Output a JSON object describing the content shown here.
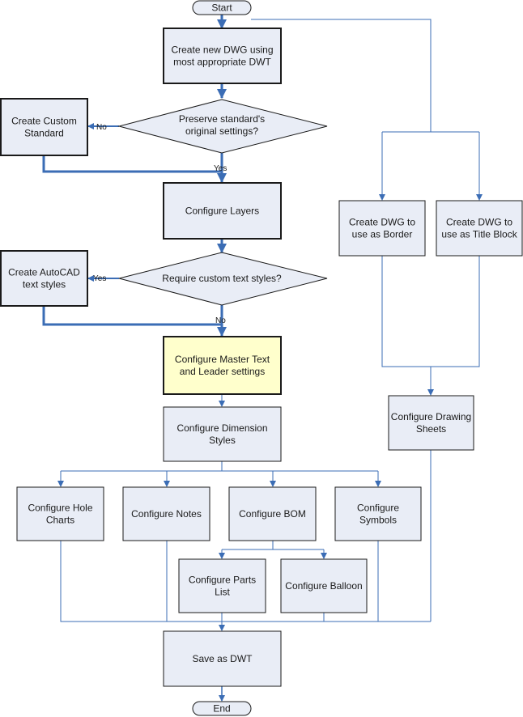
{
  "terminals": {
    "start": "Start",
    "end": "End"
  },
  "boxes": {
    "create_dwg": [
      "Create new DWG using",
      "most appropriate DWT"
    ],
    "custom_standard": [
      "Create Custom",
      "Standard"
    ],
    "configure_layers": [
      "Configure Layers"
    ],
    "autocad_text": [
      "Create AutoCAD",
      "text styles"
    ],
    "master_text": [
      "Configure Master Text",
      "and Leader settings"
    ],
    "dimension_styles": [
      "Configure Dimension",
      "Styles"
    ],
    "hole_charts": [
      "Configure Hole",
      "Charts"
    ],
    "notes": [
      "Configure Notes"
    ],
    "bom": [
      "Configure BOM"
    ],
    "symbols": [
      "Configure",
      "Symbols"
    ],
    "parts_list": [
      "Configure Parts",
      "List"
    ],
    "balloon": [
      "Configure Balloon"
    ],
    "save_dwt": [
      "Save as DWT"
    ],
    "border": [
      "Create DWG to",
      "use as Border"
    ],
    "title_block": [
      "Create DWG to",
      "use as Title Block"
    ],
    "drawing_sheets": [
      "Configure Drawing",
      "Sheets"
    ]
  },
  "decisions": {
    "preserve": [
      "Preserve standard's",
      "original  settings?"
    ],
    "custom_text": [
      "Require custom text styles?"
    ]
  },
  "labels": {
    "no1": "No",
    "yes1": "Yes",
    "yes2": "Yes",
    "no2": "No"
  },
  "colors": {
    "box_fill": "#e9edf6",
    "highlight_fill": "#ffffcc",
    "connector": "#3b6db5",
    "box_stroke": "#1a1a1a"
  }
}
